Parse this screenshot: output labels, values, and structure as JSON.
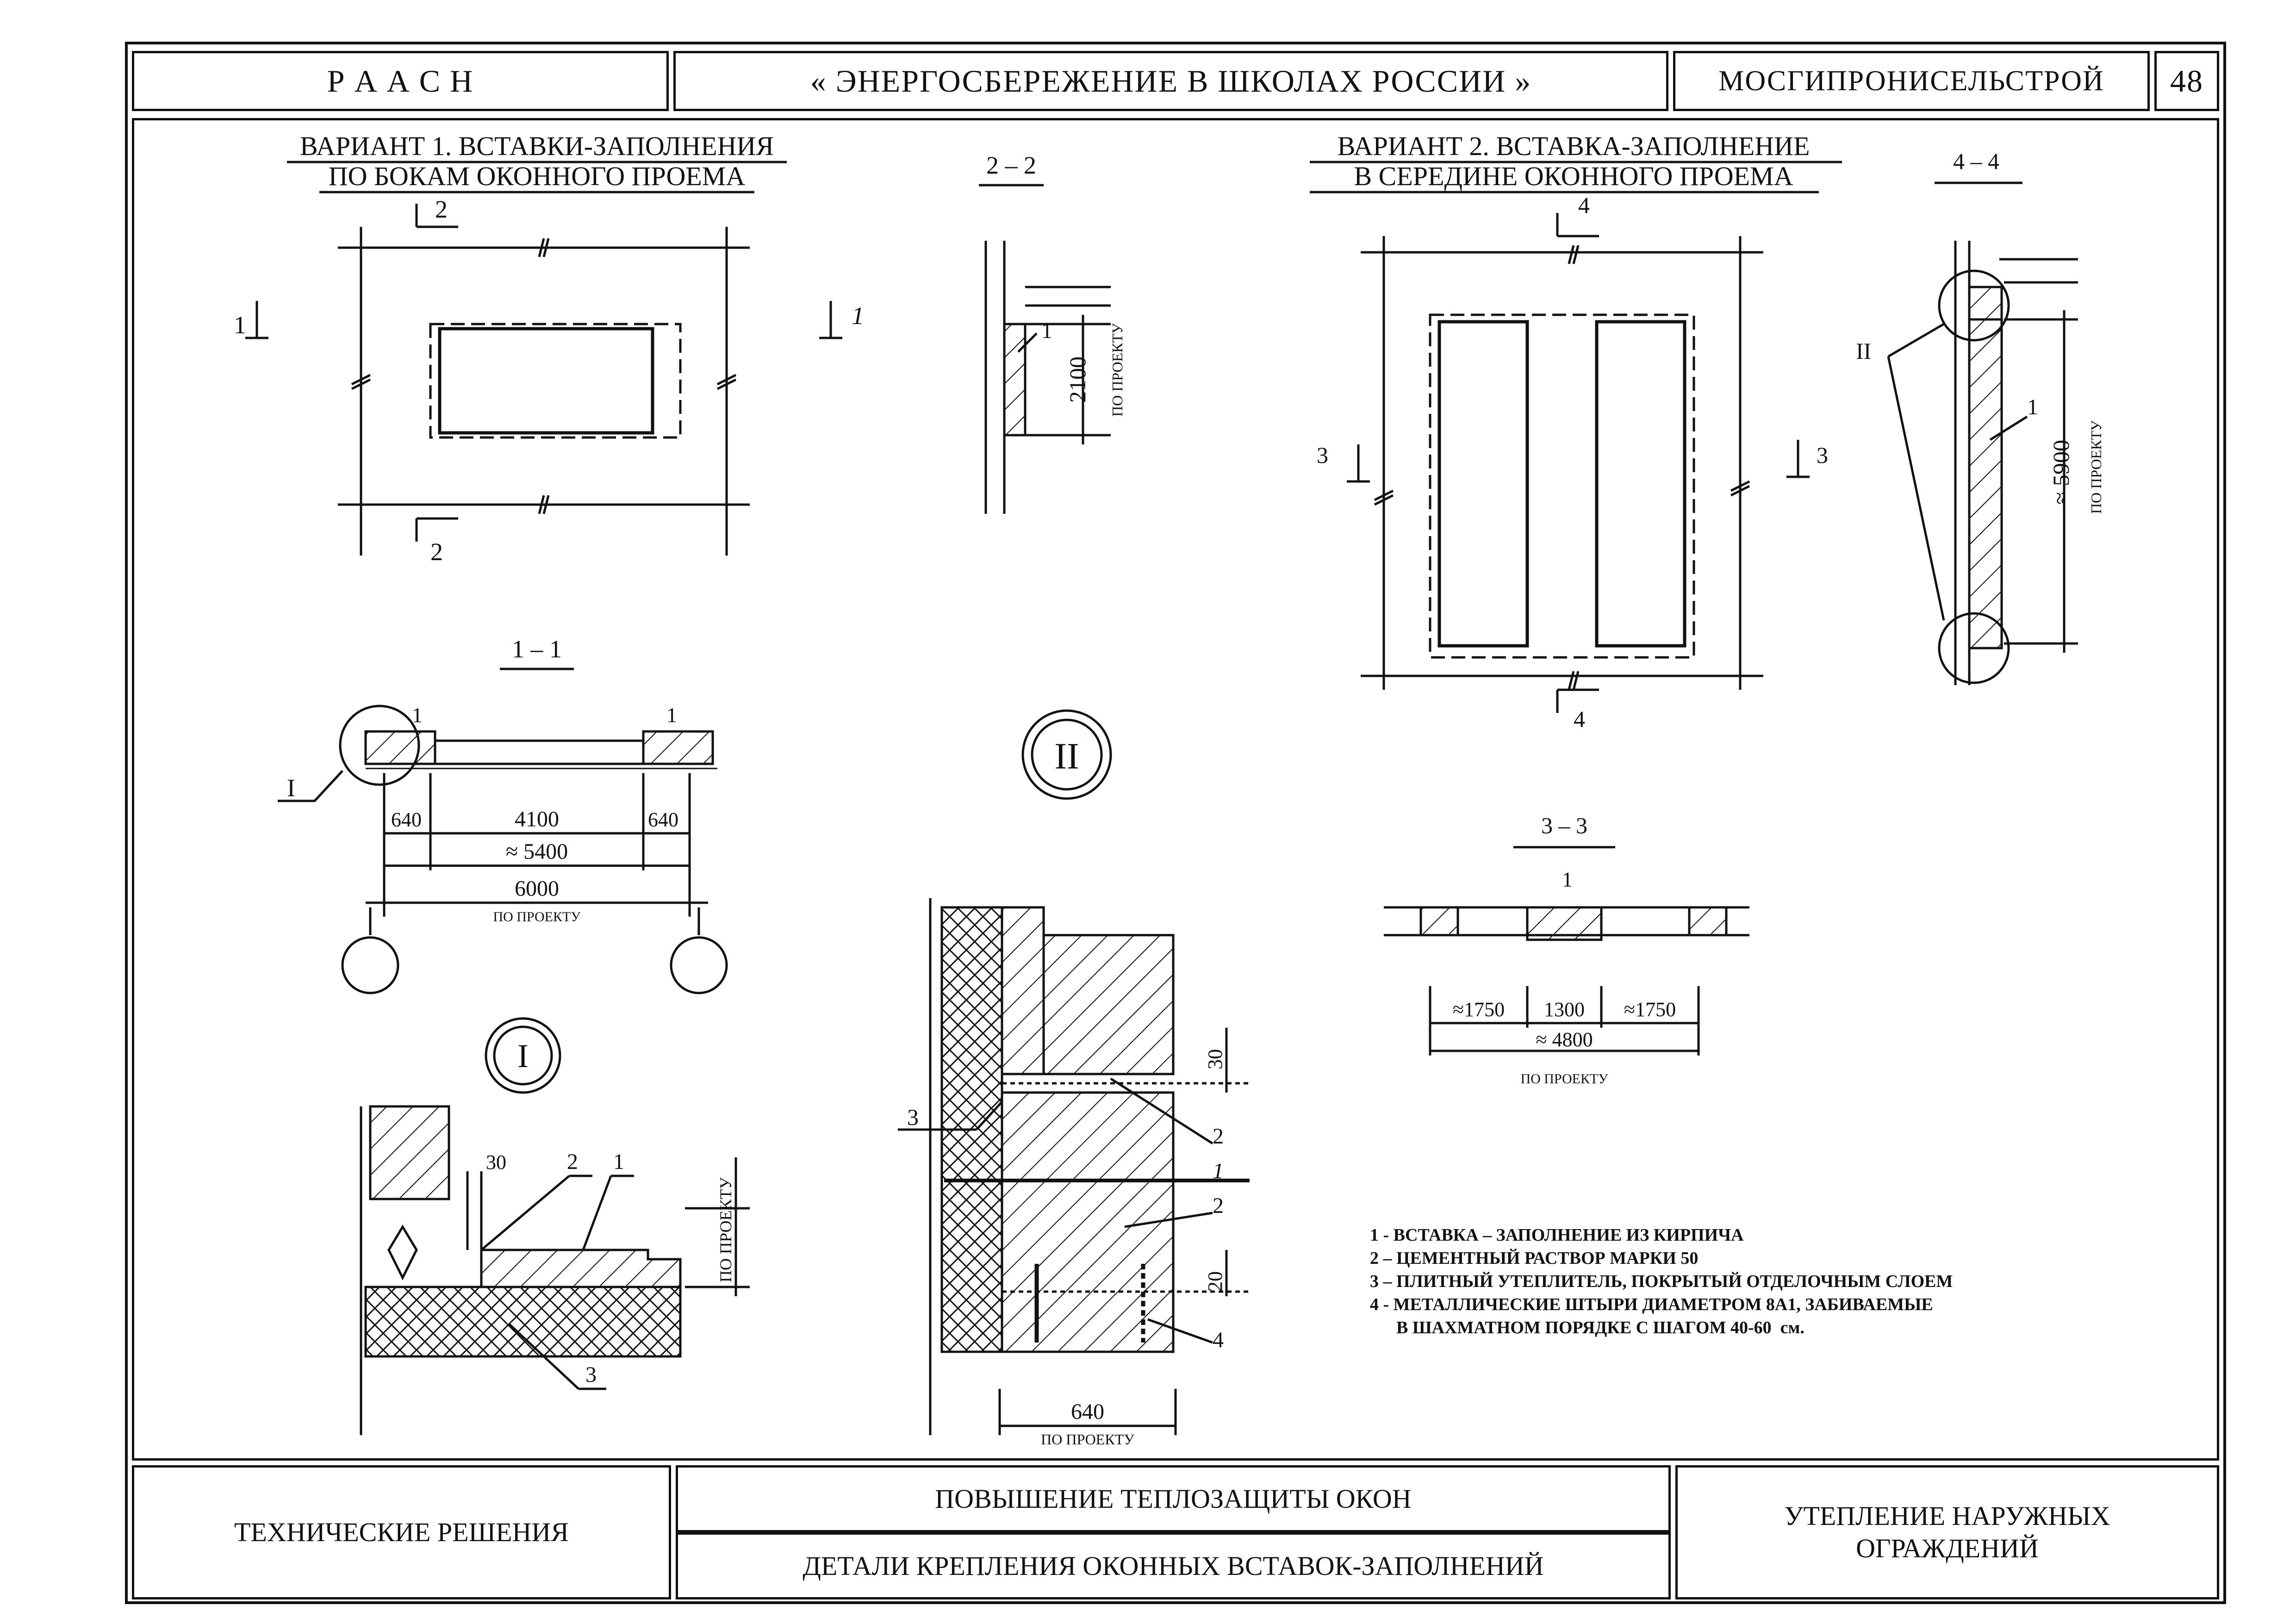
{
  "header": {
    "org": "Р А А С Н",
    "title": "« ЭНЕРГОСБЕРЕЖЕНИЕ В ШКОЛАХ РОССИИ »",
    "institute": "МОСГИПРОНИСЕЛЬСТРОЙ",
    "sheet": "48"
  },
  "variant1": {
    "title_line1": "ВАРИАНТ 1. ВСТАВКИ-ЗАПОЛНЕНИЯ",
    "title_line2": "ПО БОКАМ ОКОННОГО ПРОЕМА",
    "mark_1": "1",
    "mark_2": "2"
  },
  "variant2": {
    "title_line1": "ВАРИАНТ 2. ВСТАВКА-ЗАПОЛНЕНИЕ",
    "title_line2": "В   СЕРЕДИНЕ ОКОННОГО ПРОЕМА",
    "mark_3": "3",
    "mark_4": "4"
  },
  "sections": {
    "s22": "2 – 2",
    "s11": "1 – 1",
    "s33": "3  –  3",
    "s44": "4  –  4",
    "node1": "I",
    "node2": "II"
  },
  "dims": {
    "d2100": "2100",
    "d640a": "640",
    "d4100": "4100",
    "d640b": "640",
    "d5400": "≈ 5400",
    "d6000": "6000",
    "d1750a": "≈1750",
    "d1300": "1300",
    "d1750b": "≈1750",
    "d4800": "≈ 4800",
    "d5900": "≈ 5900",
    "d30a": "30",
    "d30b": "30",
    "d20": "20",
    "d640c": "640",
    "po_proektu": "ПО ПРОЕКТУ"
  },
  "labels": {
    "n1": "1",
    "n2": "2",
    "n3": "3",
    "n4": "4",
    "n1i": "1",
    "roman1": "I",
    "roman2": "II"
  },
  "legend": [
    "1 - ВСТАВКА – ЗАПОЛНЕНИЕ ИЗ КИРПИЧА",
    "2 – ЦЕМЕНТНЫЙ РАСТВОР МАРКИ  50",
    "3 – ПЛИТНЫЙ УТЕПЛИТЕЛЬ, ПОКРЫТЫЙ ОТДЕЛОЧНЫМ СЛОЕМ",
    "4 -  МЕТАЛЛИЧЕСКИЕ ШТЫРИ ДИАМЕТРОМ  8А1, ЗАБИВАЕМЫЕ",
    "      В ШАХМАТНОМ ПОРЯДКЕ С ШАГОМ 40-60  см."
  ],
  "footer": {
    "left": "ТЕХНИЧЕСКИЕ РЕШЕНИЯ",
    "center_top": "ПОВЫШЕНИЕ ТЕПЛОЗАЩИТЫ ОКОН",
    "center_bottom": "ДЕТАЛИ КРЕПЛЕНИЯ ОКОННЫХ  ВСТАВОК-ЗАПОЛНЕНИЙ",
    "right_line1": "УТЕПЛЕНИЕ НАРУЖНЫХ",
    "right_line2": "ОГРАЖДЕНИЙ"
  }
}
